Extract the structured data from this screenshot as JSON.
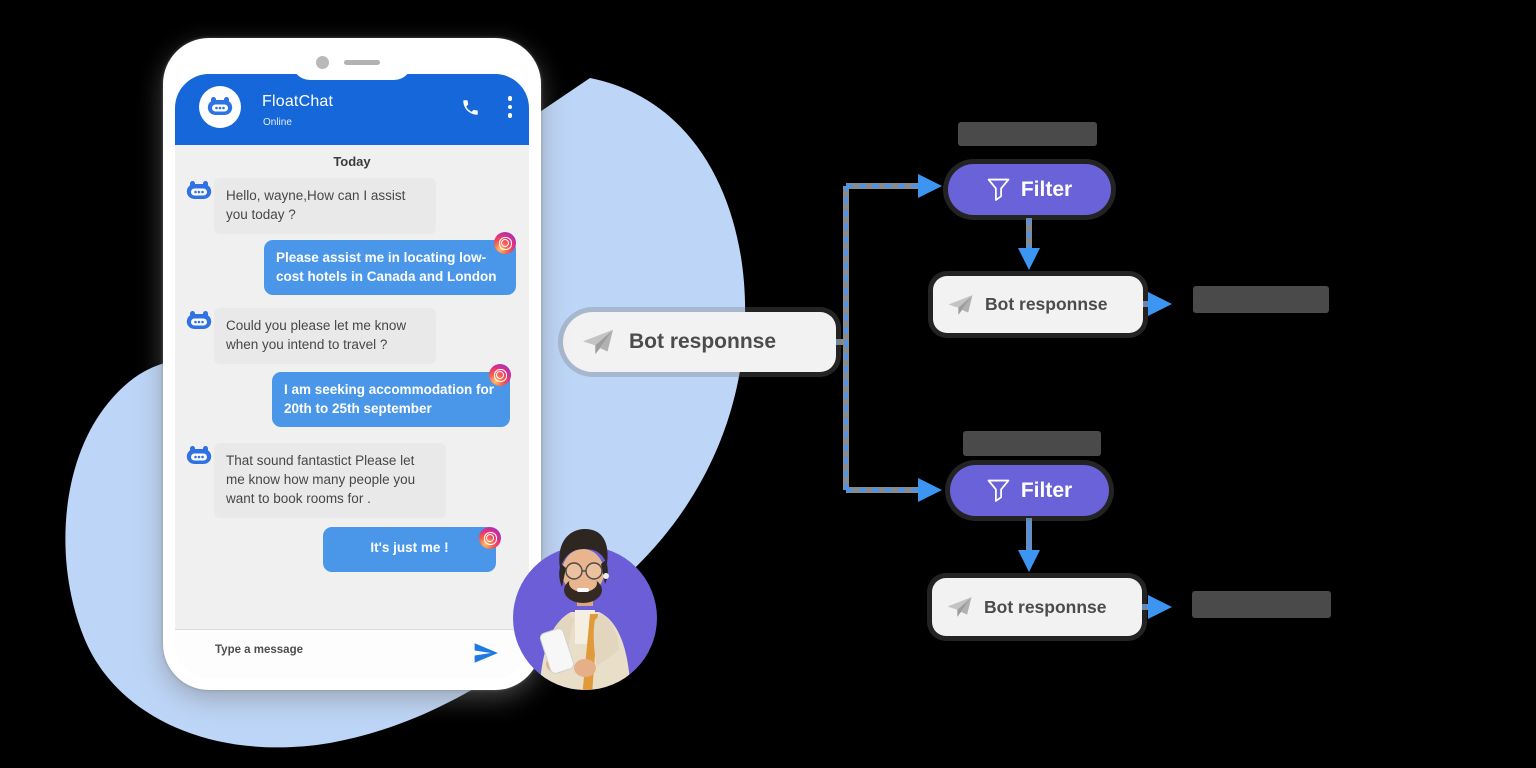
{
  "colors": {
    "background": "#000000",
    "blob_blue": "#bdd5f7",
    "header_blue": "#1567da",
    "user_bubble_blue": "#4a97ea",
    "bot_bubble_gray": "#e9e9ea",
    "filter_purple": "#6a62d8",
    "node_gray": "#f2f2f2",
    "connector_blue": "#4795f1",
    "obscured_label_gray": "#4a4a4a",
    "avatar_circle_purple": "#6c5ed6"
  },
  "phone": {
    "header": {
      "app_name": "FloatChat",
      "status": "Online"
    },
    "chat": {
      "date_label": "Today",
      "messages": [
        {
          "from": "bot",
          "text": "Hello, wayne,How can I assist you today ?"
        },
        {
          "from": "user",
          "text": "Please assist me in locating low-cost hotels  in Canada and London"
        },
        {
          "from": "bot",
          "text": "Could you please let me know when you intend to travel ?"
        },
        {
          "from": "user",
          "text": "I am seeking accommodation for 20th to 25th september"
        },
        {
          "from": "bot",
          "text": "That sound fantastict Please let me know how many people you want to book rooms for ."
        },
        {
          "from": "user",
          "text": "It's just me !"
        }
      ],
      "input_placeholder": "Type a message"
    }
  },
  "flowchart": {
    "root_label": "Bot responnse",
    "branches": [
      {
        "filter_label": "Filter",
        "response_label": "Bot responnse"
      },
      {
        "filter_label": "Filter",
        "response_label": "Bot responnse"
      }
    ]
  }
}
